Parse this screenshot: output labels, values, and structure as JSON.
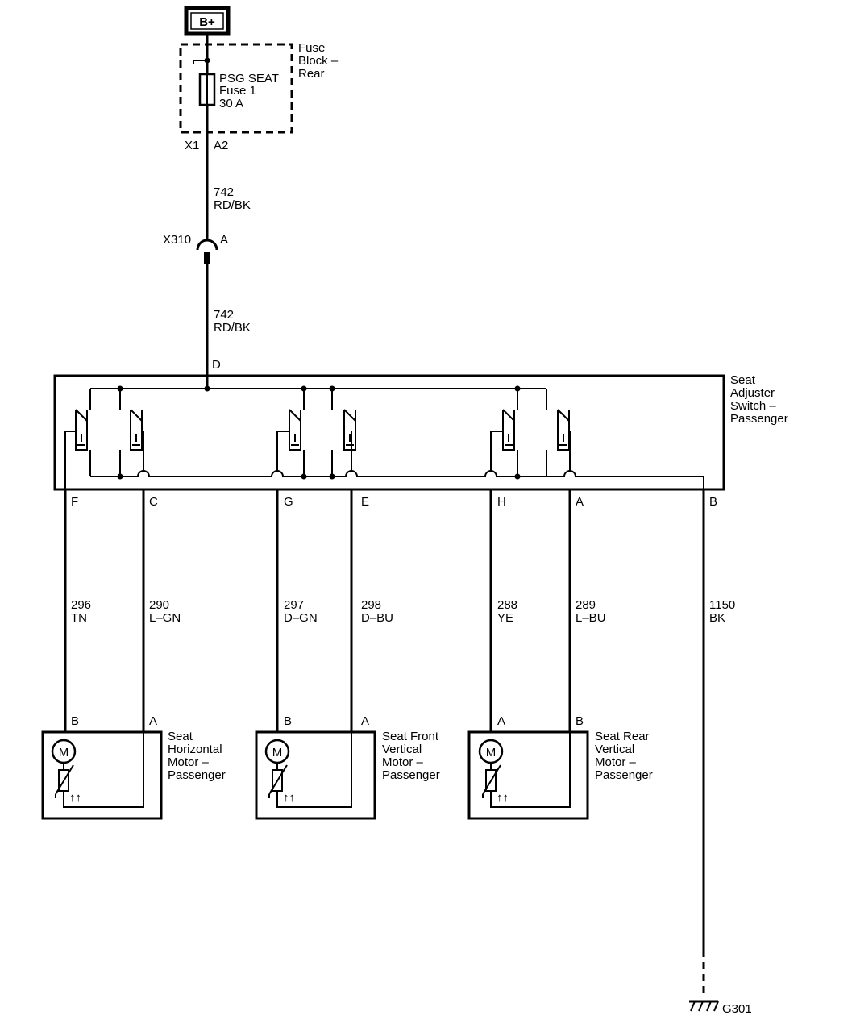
{
  "power_source": "B+",
  "fuse_block": {
    "line1": "Fuse",
    "line2": "Block –",
    "line3": "Rear"
  },
  "fuse": {
    "line1": "PSG SEAT",
    "line2": "Fuse 1",
    "line3": "30 A"
  },
  "fuse_connector": {
    "connector": "X1",
    "pin": "A2"
  },
  "feed_wire_upper": {
    "circuit": "742",
    "color": "RD/BK"
  },
  "inline_connector": {
    "connector": "X310",
    "pin": "A"
  },
  "feed_wire_lower": {
    "circuit": "742",
    "color": "RD/BK"
  },
  "switch": {
    "feed_pin": "D",
    "name_line1": "Seat",
    "name_line2": "Adjuster",
    "name_line3": "Switch –",
    "name_line4": "Passenger",
    "pins": [
      "F",
      "C",
      "G",
      "E",
      "H",
      "A",
      "B"
    ]
  },
  "wires": [
    {
      "circuit": "296",
      "color": "TN"
    },
    {
      "circuit": "290",
      "color": "L–GN"
    },
    {
      "circuit": "297",
      "color": "D–GN"
    },
    {
      "circuit": "298",
      "color": "D–BU"
    },
    {
      "circuit": "288",
      "color": "YE"
    },
    {
      "circuit": "289",
      "color": "L–BU"
    },
    {
      "circuit": "1150",
      "color": "BK"
    }
  ],
  "motors": [
    {
      "pin_left": "B",
      "pin_right": "A",
      "symbol": "M",
      "line1": "Seat",
      "line2": "Horizontal",
      "line3": "Motor –",
      "line4": "Passenger"
    },
    {
      "pin_left": "B",
      "pin_right": "A",
      "symbol": "M",
      "line1": "Seat Front",
      "line2": "Vertical",
      "line3": "Motor –",
      "line4": "Passenger"
    },
    {
      "pin_left": "A",
      "pin_right": "B",
      "symbol": "M",
      "line1": "Seat Rear",
      "line2": "Vertical",
      "line3": "Motor –",
      "line4": "Passenger"
    }
  ],
  "ground": "G301"
}
